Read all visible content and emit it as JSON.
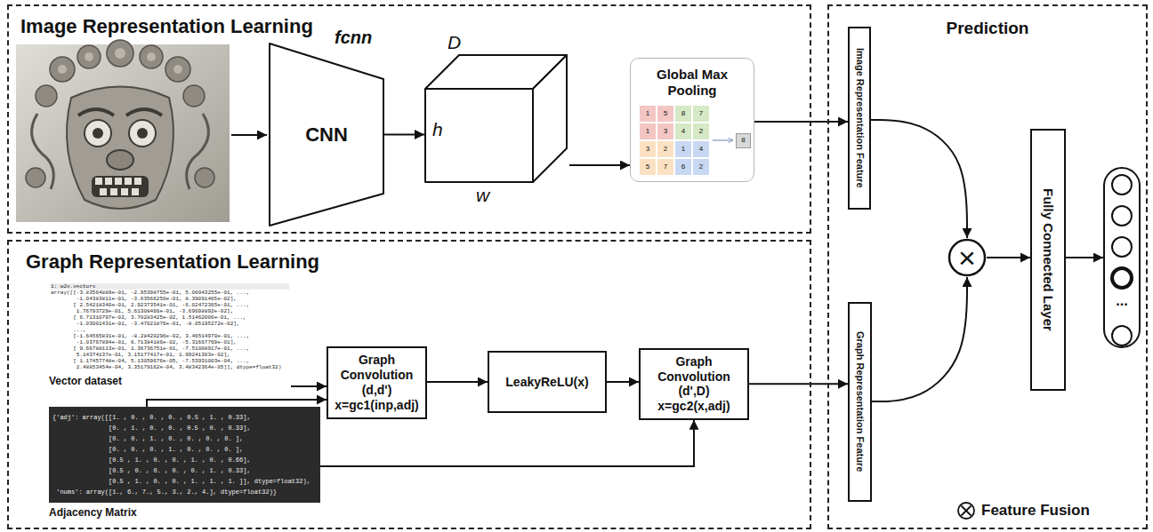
{
  "diagram": {
    "nodes": [
      {
        "text": [
          "Image Representation Learning"
        ]
      },
      {
        "text": [
          "CNN"
        ],
        "in": 0
      },
      {
        "text": [
          "D",
          "h",
          "w"
        ],
        "in": 0
      },
      {
        "text": [
          "Global Max Pooling"
        ],
        "in": 0
      },
      {
        "text": [
          "Graph Representation Learning"
        ]
      },
      {
        "text": [
          "1: w2v.vectors",
          "array([[-3.83564889e-01, -2.95398755e-01, 5.06043255e-01, ...,",
          "-1.04383811e-01, -3.63566250e-01, 8.39091465e-02],",
          "[ 2.54218340e-01, 2.92373541e-01, -6.02472365e-01, ...,",
          "1.76793729e-01, 5.61308466e-01, -3.69698892e-02],",
          "[ 6.71310797e-02, 3.70283425e-02, 1.51462006e-01, ...,",
          "-1.03001431e-01, -3.47021876e-01, -8.05195272e-02],",
          "...,",
          "[-1.64565831e-01, -8.28420296e-02, 3.46514970e-01, ...,",
          "-1.03767894e-01, 6.71384186e-02, -5.31667769e-01],",
          "[ 9.66788113e-01, 1.36736751e-01, -7.51008917e-01, ...,",
          "5.14374137e-01, 3.15177417e-01, 1.99241303e-02],",
          "[ 1.17457748e-04, 5.13059676e-05, -7.53931003e-04, ...,",
          "2.48853454e-04, 3.35179162e-04, 3.48342364e-05]], dtype=float32)",
          "Vector dataset"
        ],
        "in": 4
      },
      {
        "text": [
          "Graph Convolution",
          "(d,d')",
          "x=gc1(inp,adj)"
        ],
        "in": 4
      },
      {
        "text": [
          "LeakyReLU(x)"
        ],
        "in": 4
      },
      {
        "text": [
          "Graph Convolution",
          "(d',D)",
          "x=gc2(x,adj)"
        ],
        "in": 4
      },
      {
        "text": [
          "{'adj': array([[1. , 0. , 0. , 0. , 0.5 , 1. , 0.33],",
          "[0. , 1. , 0. , 0. , 0.5 , 0. , 0.33],",
          "[0. , 0. , 1. , 0. , 0. , 0. , 0. ],",
          "[0. , 0. , 0. , 1. , 0. , 0. , 0. ],",
          "[0.5 , 1. , 0. , 0. , 1. , 0. , 0.66],",
          "[0.5 , 0. , 0. , 0. , 0. , 1. , 0.33],",
          "[0.5 , 1. , 0. , 0. , 1. , 1. , 1. ]], dtype=float32),",
          "'nums': array([1., 6., 7., 5., 3., 2., 4.], dtype=float32)}",
          "Adjacency Matrix"
        ],
        "in": 4
      },
      {
        "text": [
          "Prediction"
        ]
      },
      {
        "text": [
          "Image Representation Feature"
        ],
        "in": 10
      },
      {
        "text": [
          "Graph Representation Feature"
        ],
        "in": 10
      },
      {
        "text": [
          "×"
        ],
        "in": 10
      },
      {
        "text": [
          "Fully Connected Layer"
        ],
        "in": 10
      },
      {
        "text": [
          "..."
        ],
        "in": 10
      }
    ],
    "edges": [
      {
        "from": 1,
        "to": 2,
        "arrow": "to"
      },
      {
        "from": 2,
        "to": 3,
        "arrow": "to"
      },
      {
        "from": 3,
        "to": 11,
        "arrow": "to"
      },
      {
        "from": 5,
        "to": 6,
        "arrow": "to"
      },
      {
        "from": 9,
        "to": 6,
        "arrow": "to"
      },
      {
        "from": 6,
        "to": 7,
        "arrow": "to"
      },
      {
        "from": 7,
        "to": 8,
        "arrow": "to"
      },
      {
        "from": 9,
        "to": 8,
        "arrow": "to"
      },
      {
        "from": 8,
        "to": 12,
        "arrow": "to"
      },
      {
        "from": 11,
        "to": 13,
        "arrow": "to"
      },
      {
        "from": 12,
        "to": 13,
        "arrow": "to"
      },
      {
        "from": 13,
        "to": 14,
        "arrow": "to"
      },
      {
        "from": 14,
        "to": 15,
        "arrow": "to"
      }
    ],
    "labels": [
      "fcnn",
      "1",
      "5",
      "8",
      "7",
      "1",
      "3",
      "4",
      "2",
      "3",
      "2",
      "1",
      "4",
      "5",
      "7",
      "6",
      "2",
      "8"
    ],
    "legend": [
      {
        "text": "Feature Fusion"
      }
    ]
  }
}
